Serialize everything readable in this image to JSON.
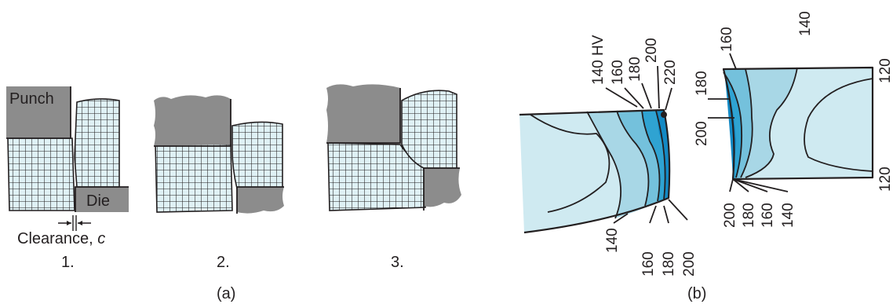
{
  "part_a": {
    "caption": "(a)",
    "stages": [
      {
        "label": "1."
      },
      {
        "label": "2."
      },
      {
        "label": "3."
      }
    ],
    "punch_label": "Punch",
    "die_label": "Die",
    "clearance_label": "Clearance, ",
    "clearance_symbol": "c"
  },
  "part_b": {
    "caption": "(b)",
    "left_piece": {
      "top_labels": [
        "140 HV",
        "160",
        "180",
        "200",
        "220"
      ],
      "bottom_labels": [
        "140",
        "160",
        "180",
        "200"
      ]
    },
    "right_piece": {
      "top_labels": [
        "160",
        "140"
      ],
      "left_labels": [
        "180",
        "200"
      ],
      "right_labels": [
        "120",
        "120"
      ],
      "bottom_labels": [
        "200",
        "180",
        "160",
        "140"
      ]
    }
  },
  "colors": {
    "grid_fill": "#dff1f5",
    "tool_gray": "#8c8c8c",
    "zone_light": "#cfeaf1",
    "zone_1": "#a8d7e6",
    "zone_2": "#74c1dc",
    "zone_3": "#2fa3d2",
    "zone_4": "#1389c4",
    "line": "#231f20"
  }
}
